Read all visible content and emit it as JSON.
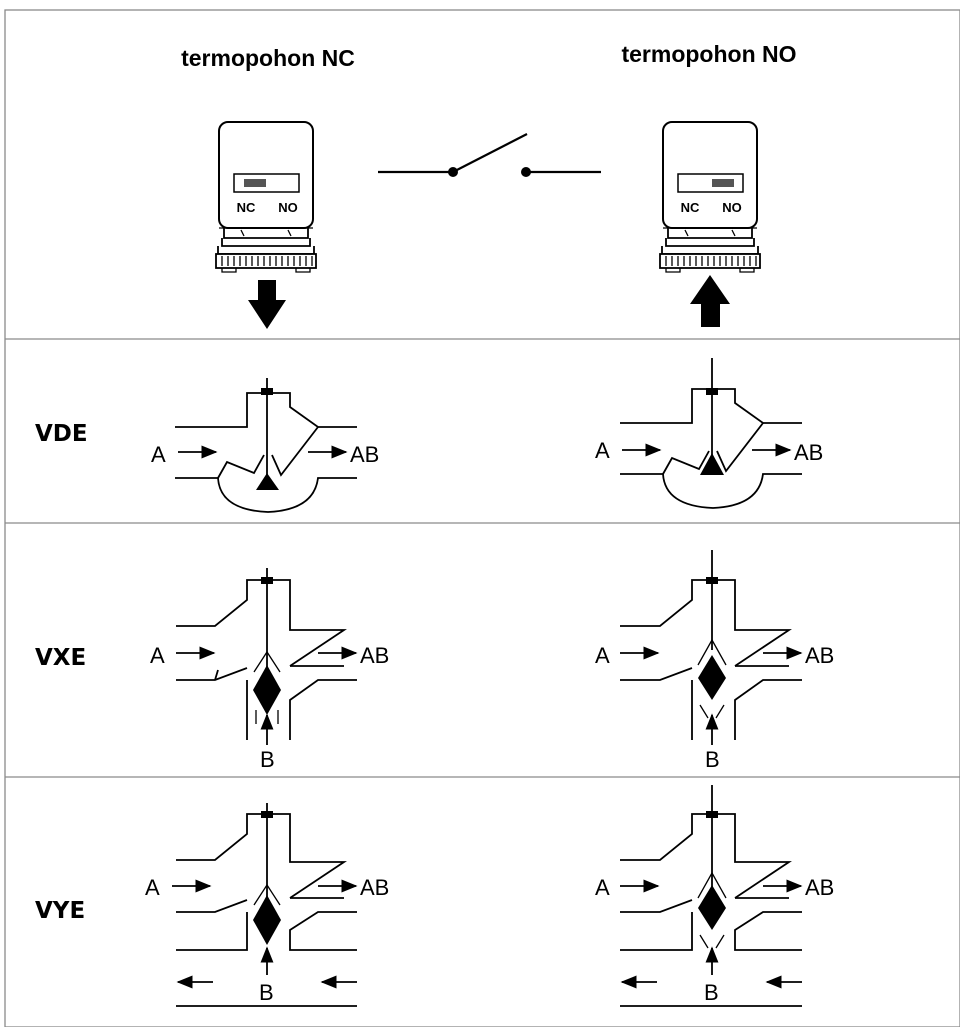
{
  "header": {
    "left_title": "termopohon NC",
    "right_title": "termopohon NO"
  },
  "actuator": {
    "nc_label": "NC",
    "no_label": "NO"
  },
  "rows": [
    {
      "label": "VDE"
    },
    {
      "label": "VXE"
    },
    {
      "label": "VYE"
    }
  ],
  "ports": {
    "a": "A",
    "ab": "AB",
    "b": "B"
  },
  "icons": [
    "switch-symbol",
    "arrow-down-icon",
    "arrow-up-icon"
  ]
}
